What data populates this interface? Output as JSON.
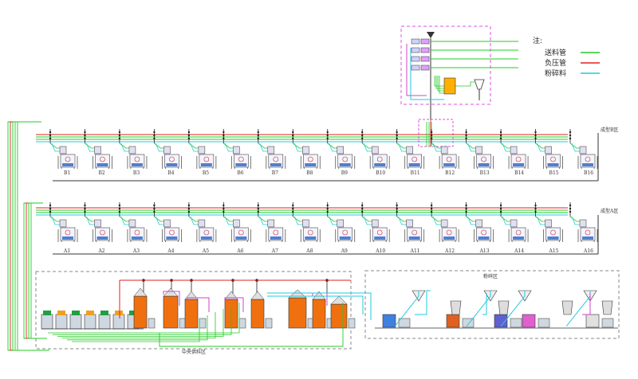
{
  "legend": {
    "title": "注:",
    "items": [
      {
        "label": "送料管",
        "color": "#22cc22"
      },
      {
        "label": "负压管",
        "color": "#e02020"
      },
      {
        "label": "粉碎料",
        "color": "#22c8e0"
      }
    ]
  },
  "zones": {
    "zone_b": "成型B区",
    "zone_a": "成型A区",
    "crusher": "粉碎区",
    "central": "中央供料区"
  },
  "b_machines": [
    "B1",
    "B2",
    "B3",
    "B4",
    "B5",
    "B6",
    "B7",
    "B8",
    "B9",
    "B10",
    "B11",
    "B12",
    "B13",
    "B14",
    "B15",
    "B16"
  ],
  "a_machines": [
    "A1",
    "A2",
    "A3",
    "A4",
    "A5",
    "A6",
    "A7",
    "A8",
    "A9",
    "A10",
    "A11",
    "A12",
    "A13",
    "A14",
    "A15",
    "A16"
  ],
  "colors": {
    "feed": "#22cc22",
    "vacuum": "#e02020",
    "regrind": "#22c8e0",
    "purple": "#cc44cc",
    "orange": "#f07010",
    "dash_magenta": "#e050e0",
    "dash_gray": "#888888"
  }
}
